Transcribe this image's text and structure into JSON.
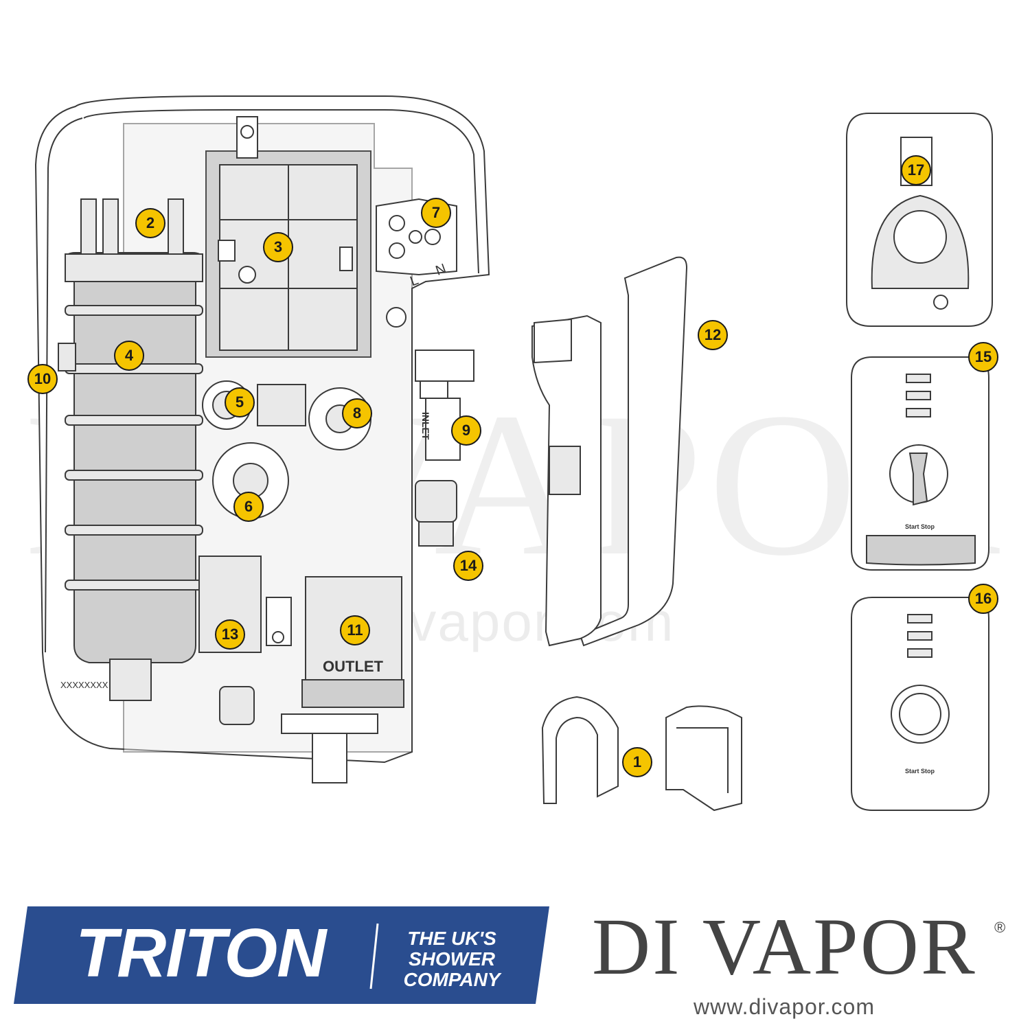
{
  "callouts": [
    {
      "id": "callout-1",
      "label": "1"
    },
    {
      "id": "callout-2",
      "label": "2"
    },
    {
      "id": "callout-3",
      "label": "3"
    },
    {
      "id": "callout-4",
      "label": "4"
    },
    {
      "id": "callout-5",
      "label": "5"
    },
    {
      "id": "callout-6",
      "label": "6"
    },
    {
      "id": "callout-7",
      "label": "7"
    },
    {
      "id": "callout-8",
      "label": "8"
    },
    {
      "id": "callout-9",
      "label": "9"
    },
    {
      "id": "callout-10",
      "label": "10"
    },
    {
      "id": "callout-11",
      "label": "11"
    },
    {
      "id": "callout-12",
      "label": "12"
    },
    {
      "id": "callout-13",
      "label": "13"
    },
    {
      "id": "callout-14",
      "label": "14"
    },
    {
      "id": "callout-15",
      "label": "15"
    },
    {
      "id": "callout-16",
      "label": "16"
    },
    {
      "id": "callout-17",
      "label": "17"
    }
  ],
  "diagram_labels": {
    "outlet": "OUTLET",
    "inlet": "INLET",
    "terminal_l": "L",
    "terminal_n": "N",
    "serial_left": "XXXXXXXX",
    "start_stop": "Start Stop"
  },
  "watermark": {
    "brand": "DI VAPOR",
    "url": "www.divapor.com",
    "reg": "®"
  },
  "triton_logo": {
    "brand": "TRITON",
    "tagline": [
      "THE UK'S",
      "SHOWER",
      "COMPANY"
    ],
    "color": "#2a4d8f"
  },
  "divapor_logo": {
    "brand": "DI VAPOR",
    "reg": "®",
    "url": "www.divapor.com",
    "color": "#444444"
  },
  "colors": {
    "callout_fill": "#f5c400",
    "line": "#3a3a3a",
    "part_fill": "#e9e9e9"
  }
}
